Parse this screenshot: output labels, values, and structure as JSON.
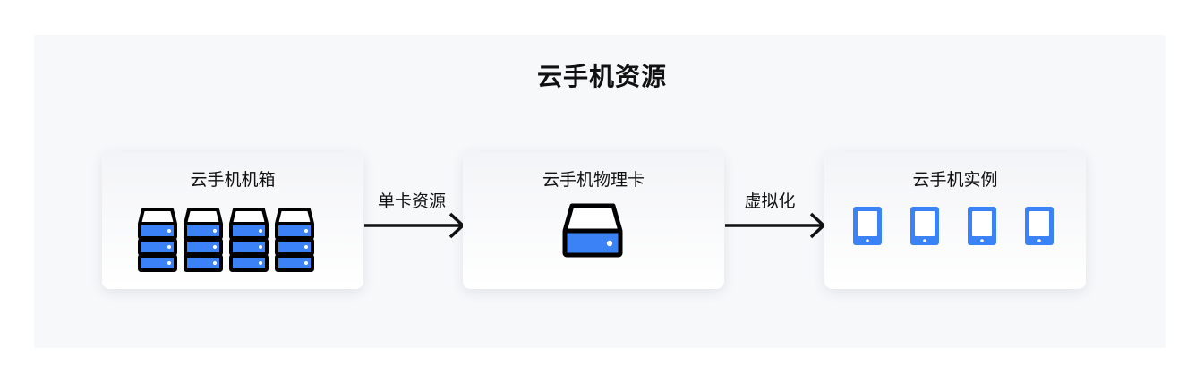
{
  "diagram": {
    "title": "云手机资源",
    "nodes": [
      {
        "id": "chassis",
        "label": "云手机机箱",
        "icon": "server-rack-icon",
        "count": 4
      },
      {
        "id": "card",
        "label": "云手机物理卡",
        "icon": "hard-drive-icon",
        "count": 1
      },
      {
        "id": "instances",
        "label": "云手机实例",
        "icon": "phone-icon",
        "count": 4
      }
    ],
    "edges": [
      {
        "from": "chassis",
        "to": "card",
        "label": "单卡资源"
      },
      {
        "from": "card",
        "to": "instances",
        "label": "虚拟化"
      }
    ],
    "colors": {
      "accent": "#3b82f6",
      "ink": "#111111",
      "panel": "#f7f8fa"
    }
  }
}
